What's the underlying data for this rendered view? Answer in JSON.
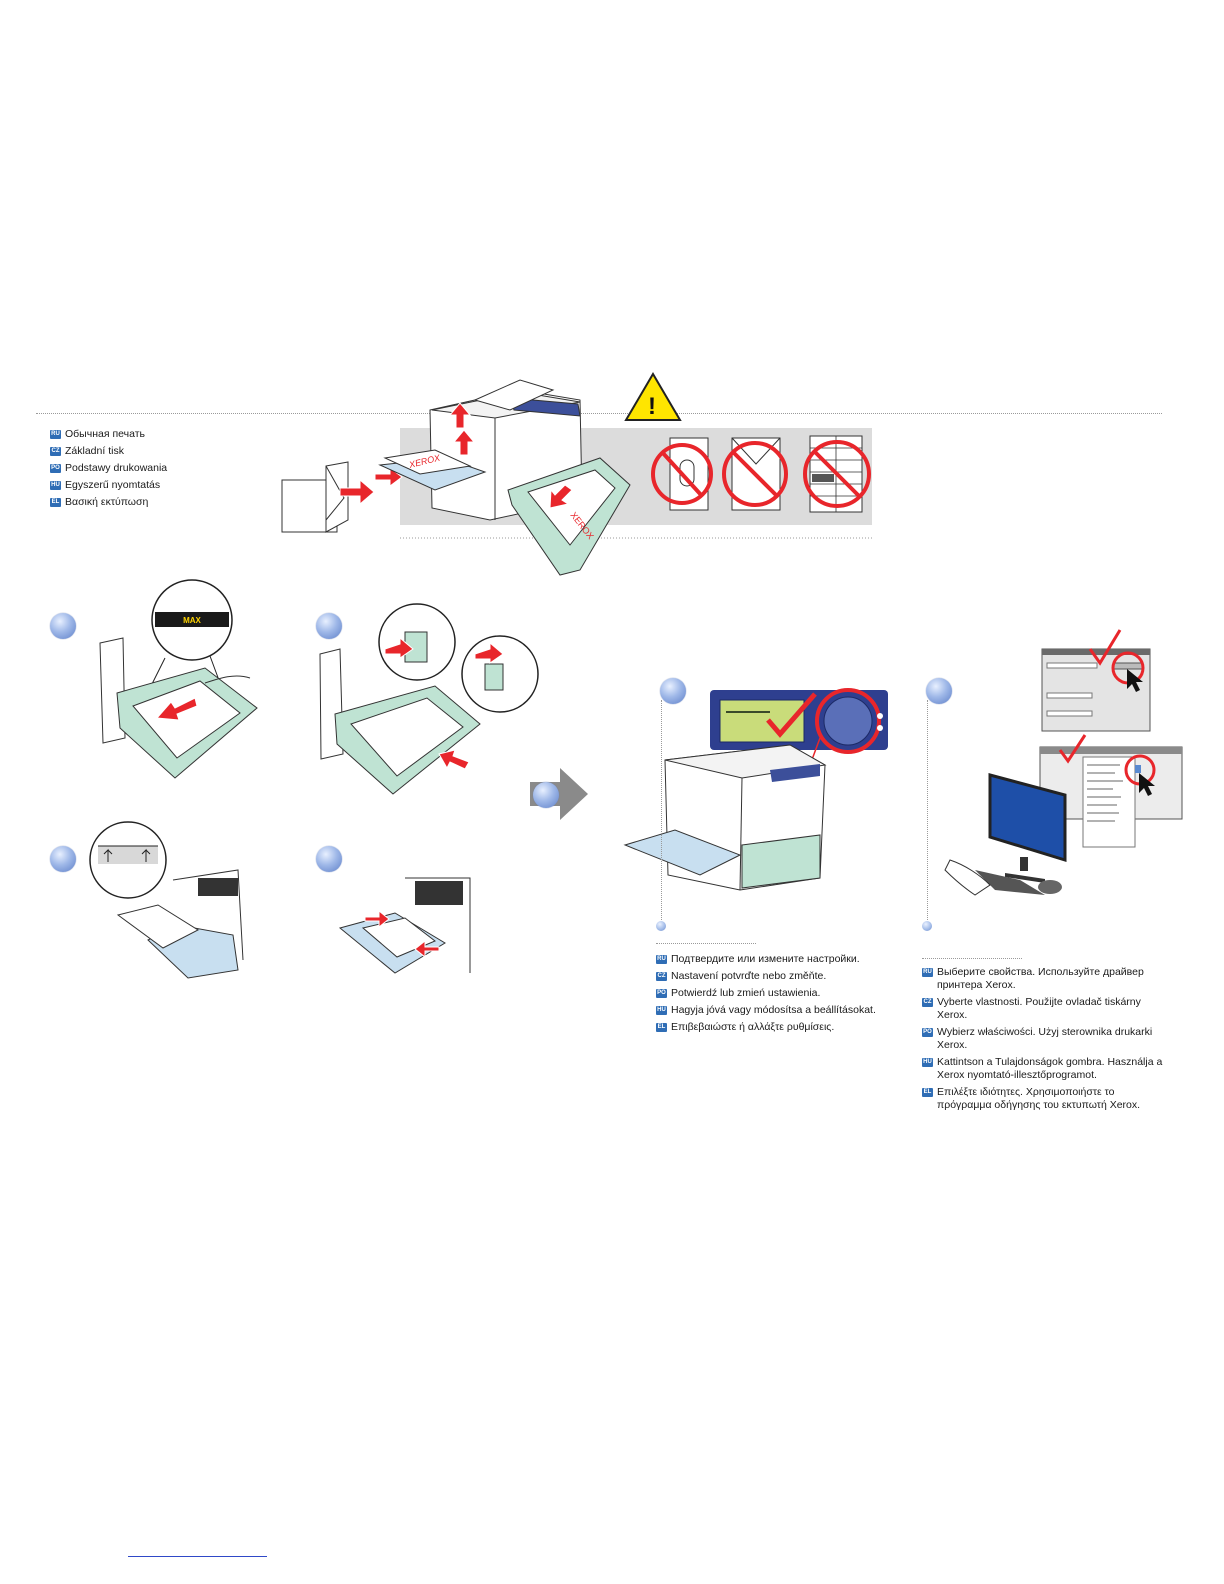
{
  "title_list": [
    {
      "code": "RU",
      "text": "Обычная печать"
    },
    {
      "code": "CZ",
      "text": "Základní tisk"
    },
    {
      "code": "PO",
      "text": "Podstawy drukowania"
    },
    {
      "code": "HU",
      "text": "Egyszerű nyomtatás"
    },
    {
      "code": "EL",
      "text": "Βασική εκτύπωση"
    }
  ],
  "hero": {
    "xerox_label": "XEROX",
    "warning_symbol": "!"
  },
  "tray_steps": {
    "max_label": "MAX"
  },
  "confirm_settings": [
    {
      "code": "RU",
      "text": "Подтвердите или измените настройки."
    },
    {
      "code": "CZ",
      "text": "Nastavení potvrďte nebo změňte."
    },
    {
      "code": "PO",
      "text": "Potwierdź lub zmień ustawienia."
    },
    {
      "code": "HU",
      "text": "Hagyja jóvá vagy módosítsa a beállításokat."
    },
    {
      "code": "EL",
      "text": "Επιβεβαιώστε ή αλλάξτε ρυθμίσεις."
    }
  ],
  "select_properties": [
    {
      "code": "RU",
      "text": "Выберите свойства. Используйте драйвер принтера Xerox."
    },
    {
      "code": "CZ",
      "text": "Vyberte vlastnosti. Použijte ovladač tiskárny Xerox."
    },
    {
      "code": "PO",
      "text": "Wybierz właściwości. Użyj sterownika drukarki Xerox."
    },
    {
      "code": "HU",
      "text": "Kattintson a Tulajdonságok gombra. Használja a Xerox nyomtató-illesztőprogramot."
    },
    {
      "code": "EL",
      "text": "Επιλέξτε ιδιότητες. Χρησιμοποιήστε το πρόγραμμα οδήγησης του εκτυπωτή Xerox."
    }
  ],
  "colors": {
    "accent_blue": "#2f6db5",
    "tray_green": "#bfe3d3",
    "arrow_red": "#e8262b",
    "panel_navy": "#2e3f8f",
    "lcd_green": "#c9dc7a",
    "warning_yellow": "#ffe500"
  }
}
